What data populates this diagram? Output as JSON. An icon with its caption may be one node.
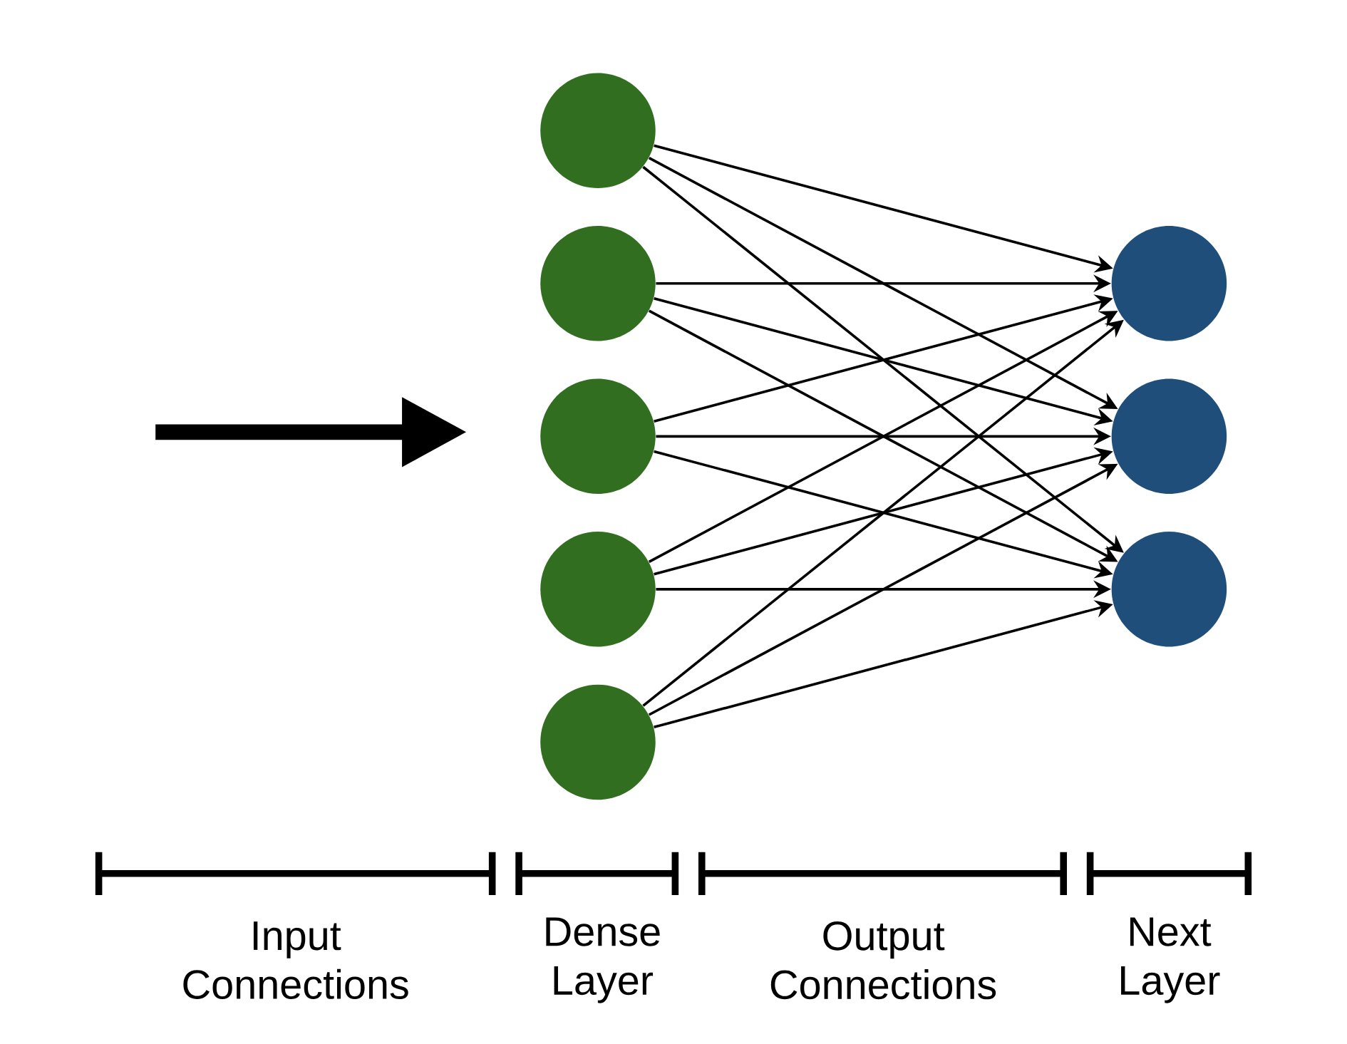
{
  "diagram": {
    "nodes": [
      {
        "text": [],
        "shape": "circle"
      },
      {
        "text": [],
        "shape": "circle"
      },
      {
        "text": [],
        "shape": "circle"
      },
      {
        "text": [],
        "shape": "circle"
      },
      {
        "text": [],
        "shape": "circle"
      },
      {
        "text": [],
        "shape": "circle"
      },
      {
        "text": [],
        "shape": "circle"
      },
      {
        "text": [],
        "shape": "circle"
      }
    ],
    "edges": [
      {
        "from": 0,
        "to": 5,
        "arrow": "to"
      },
      {
        "from": 0,
        "to": 6,
        "arrow": "to"
      },
      {
        "from": 0,
        "to": 7,
        "arrow": "to"
      },
      {
        "from": 1,
        "to": 5,
        "arrow": "to"
      },
      {
        "from": 1,
        "to": 6,
        "arrow": "to"
      },
      {
        "from": 1,
        "to": 7,
        "arrow": "to"
      },
      {
        "from": 2,
        "to": 5,
        "arrow": "to"
      },
      {
        "from": 2,
        "to": 6,
        "arrow": "to"
      },
      {
        "from": 2,
        "to": 7,
        "arrow": "to"
      },
      {
        "from": 3,
        "to": 5,
        "arrow": "to"
      },
      {
        "from": 3,
        "to": 6,
        "arrow": "to"
      },
      {
        "from": 3,
        "to": 7,
        "arrow": "to"
      },
      {
        "from": 4,
        "to": 5,
        "arrow": "to"
      },
      {
        "from": 4,
        "to": 6,
        "arrow": "to"
      },
      {
        "from": 4,
        "to": 7,
        "arrow": "to"
      }
    ],
    "labels": [
      "Input Connections",
      "Dense Layer",
      "Output Connections",
      "Next Layer"
    ]
  }
}
